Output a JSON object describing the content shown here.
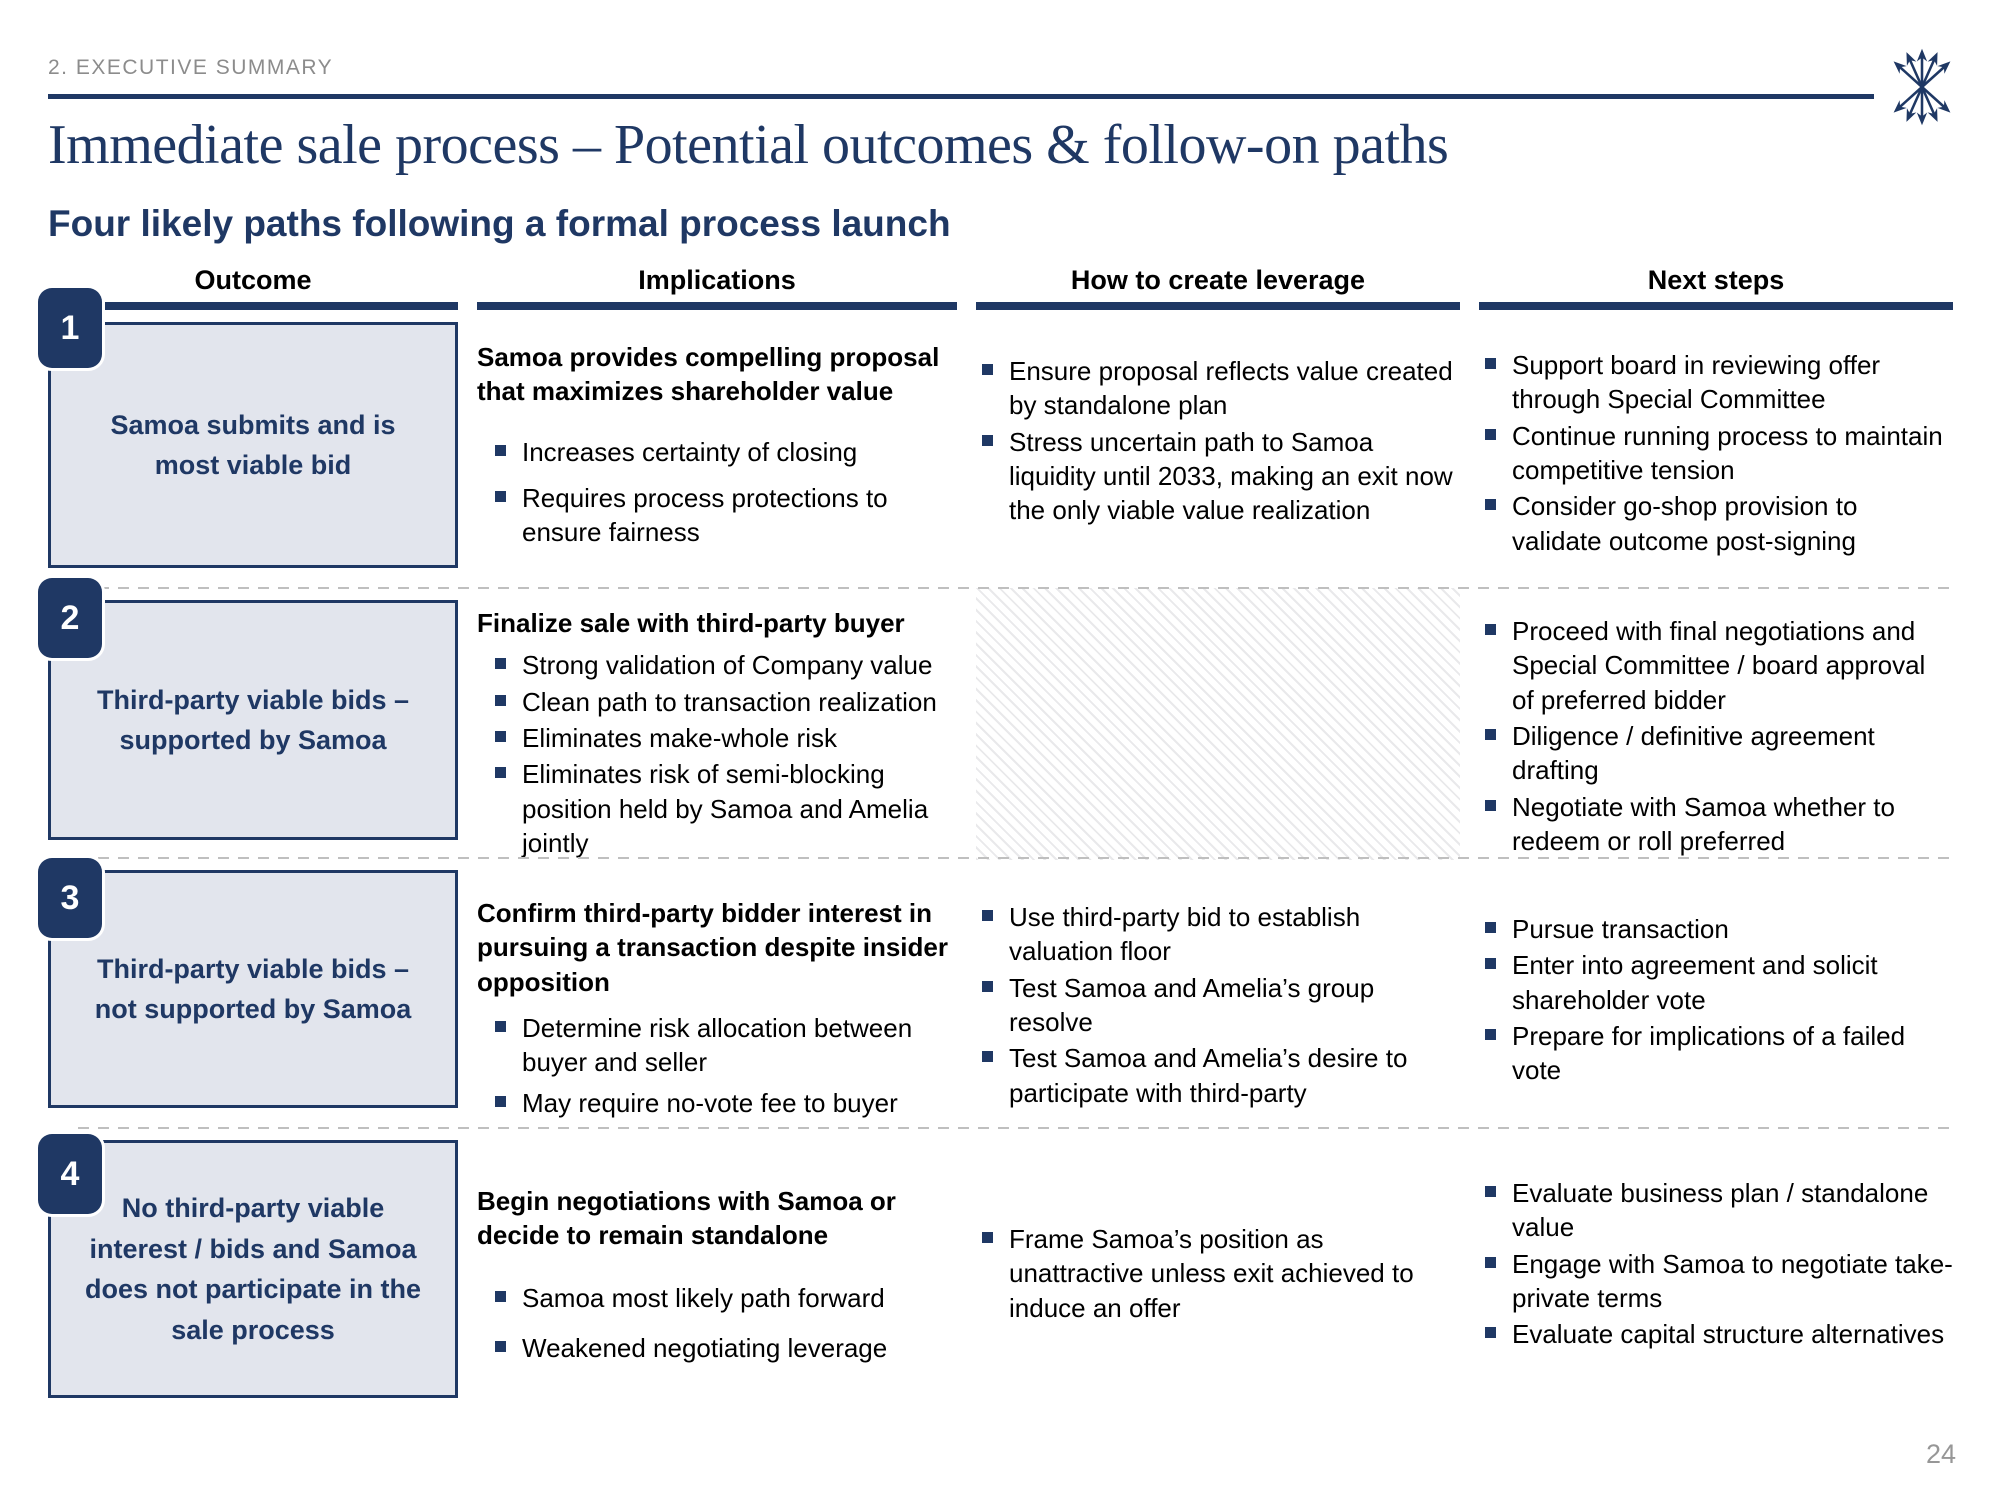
{
  "page": {
    "eyebrow": "2. EXECUTIVE SUMMARY",
    "title": "Immediate sale process – Potential outcomes & follow-on paths",
    "subtitle": "Four likely paths following a formal process launch",
    "page_number": "24"
  },
  "icons": {
    "logo": "arrow-starburst",
    "bullet": "square-bullet"
  },
  "colors": {
    "navy": "#1F3864",
    "outcome_box_fill": "#E2E5ED",
    "eyebrow_gray": "#8C8C8C",
    "separator_gray": "#BFBFBF",
    "page_number_gray": "#979797"
  },
  "table": {
    "columns": [
      "Outcome",
      "Implications",
      "How to create leverage",
      "Next steps"
    ],
    "rows": [
      {
        "number": "1",
        "outcome": "Samoa submits and is most viable bid",
        "implications": {
          "lead": "Samoa provides compelling proposal that maximizes shareholder value",
          "bullets": [
            "Increases certainty of closing",
            "Requires process protections to ensure fairness"
          ]
        },
        "leverage": {
          "bullets": [
            "Ensure proposal reflects value created by standalone plan",
            "Stress uncertain path to Samoa liquidity until 2033, making an exit now the only viable value realization"
          ]
        },
        "next_steps": {
          "bullets": [
            "Support board in reviewing offer through Special Committee",
            "Continue running process to maintain competitive tension",
            "Consider go-shop provision to validate outcome post-signing"
          ]
        }
      },
      {
        "number": "2",
        "outcome": "Third-party viable bids – supported by Samoa",
        "implications": {
          "lead": "Finalize sale with third-party buyer",
          "bullets": [
            "Strong validation of Company value",
            "Clean path to transaction realization",
            "Eliminates make-whole risk",
            "Eliminates risk of semi-blocking position held by Samoa and Amelia jointly"
          ]
        },
        "leverage": {
          "hatched_empty": true,
          "bullets": []
        },
        "next_steps": {
          "bullets": [
            "Proceed with final negotiations and Special Committee / board approval of preferred bidder",
            "Diligence / definitive agreement drafting",
            "Negotiate with Samoa whether to redeem or roll preferred"
          ]
        }
      },
      {
        "number": "3",
        "outcome": "Third-party viable bids – not supported by Samoa",
        "implications": {
          "lead": "Confirm third-party bidder interest in pursuing a transaction despite insider opposition",
          "bullets": [
            "Determine risk allocation between buyer and seller",
            "May require no-vote fee to buyer"
          ]
        },
        "leverage": {
          "bullets": [
            "Use third-party bid to establish valuation floor",
            "Test Samoa and Amelia’s group resolve",
            "Test Samoa and Amelia’s desire to participate with third-party"
          ]
        },
        "next_steps": {
          "bullets": [
            "Pursue transaction",
            "Enter into agreement and solicit shareholder vote",
            "Prepare for implications of a failed vote"
          ]
        }
      },
      {
        "number": "4",
        "outcome": "No third-party viable interest / bids and Samoa does not participate in the sale process",
        "implications": {
          "lead": "Begin negotiations with Samoa or decide to remain standalone",
          "bullets": [
            "Samoa most likely path forward",
            "Weakened negotiating leverage"
          ]
        },
        "leverage": {
          "bullets": [
            "Frame Samoa’s position as unattractive unless exit achieved to induce an offer"
          ]
        },
        "next_steps": {
          "bullets": [
            "Evaluate business plan / standalone value",
            "Engage with Samoa to negotiate take-private terms",
            "Evaluate capital structure alternatives"
          ]
        }
      }
    ]
  }
}
